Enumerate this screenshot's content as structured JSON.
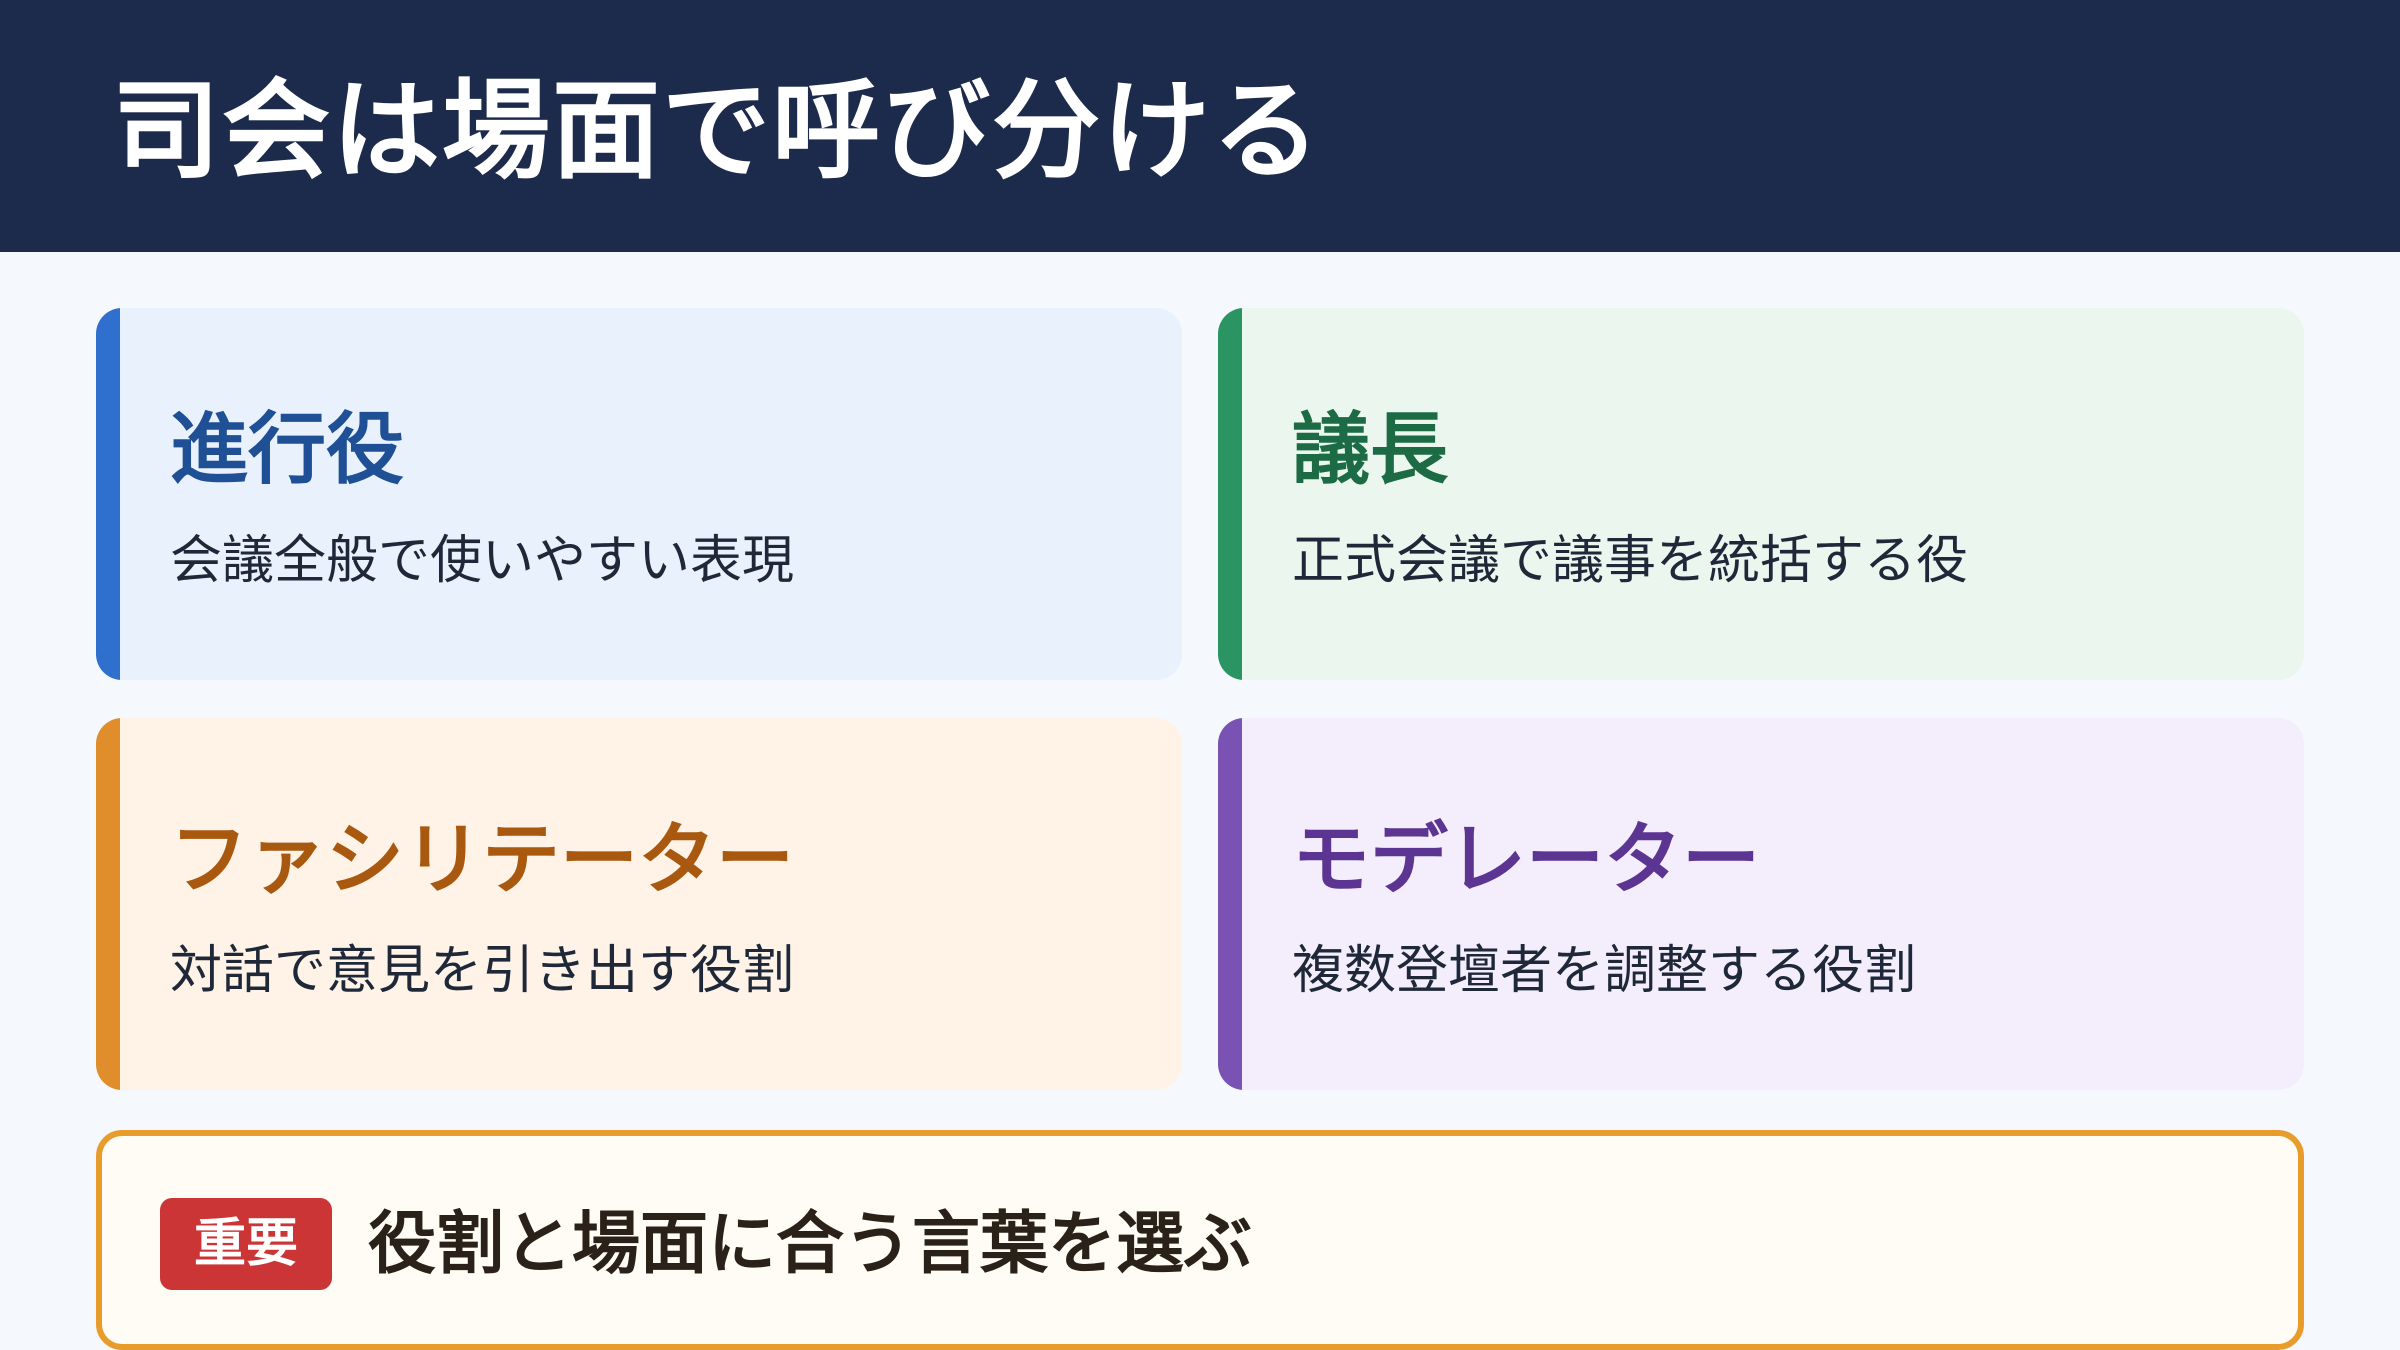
{
  "header": {
    "title": "司会は場面で呼び分ける"
  },
  "cards": [
    {
      "title": "進行役",
      "description": "会議全般で使いやすい表現",
      "accent_color": "#2f6fce",
      "title_color": "#1f4f95"
    },
    {
      "title": "議長",
      "description": "正式会議で議事を統括する役",
      "accent_color": "#2a9463",
      "title_color": "#1c6b45"
    },
    {
      "title": "ファシリテーター",
      "description": "対話で意見を引き出す役割",
      "accent_color": "#e08d2c",
      "title_color": "#a9590f"
    },
    {
      "title": "モデレーター",
      "description": "複数登壇者を調整する役割",
      "accent_color": "#7a52b3",
      "title_color": "#5b3591"
    }
  ],
  "callout": {
    "badge": "重要",
    "text": "役割と場面に合う言葉を選ぶ",
    "border_color": "#e89c2c",
    "badge_color": "#cc3535"
  }
}
